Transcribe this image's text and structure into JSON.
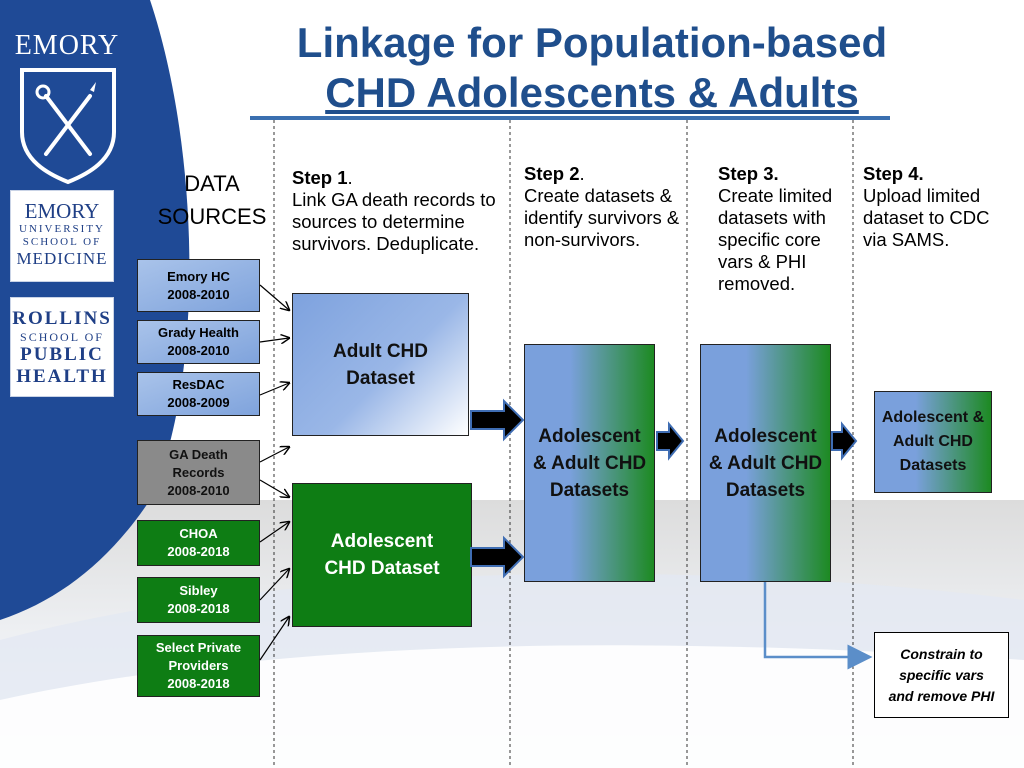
{
  "title": {
    "line1": "Linkage for Population-based",
    "line2": "CHD Adolescents & Adults"
  },
  "logos": {
    "emory": "EMORY",
    "school_of_medicine": [
      "EMORY",
      "UNIVERSITY",
      "SCHOOL OF",
      "MEDICINE"
    ],
    "rollins": [
      "ROLLINS",
      "SCHOOL OF",
      "PUBLIC",
      "HEALTH"
    ]
  },
  "data_sources": {
    "header_line1": "DATA",
    "header_line2": "SOURCES",
    "items": [
      {
        "name": "Emory HC",
        "years": "2008-2010",
        "kind": "adult"
      },
      {
        "name": "Grady Health",
        "years": "2008-2010",
        "kind": "adult"
      },
      {
        "name": "ResDAC",
        "years": "2008-2009",
        "kind": "adult"
      },
      {
        "name": "GA Death Records",
        "years": "2008-2010",
        "kind": "death"
      },
      {
        "name": "CHOA",
        "years": "2008-2018",
        "kind": "adolescent"
      },
      {
        "name": "Sibley",
        "years": "2008-2018",
        "kind": "adolescent"
      },
      {
        "name": "Select Private Providers",
        "years": "2008-2018",
        "kind": "adolescent"
      }
    ]
  },
  "steps": [
    {
      "label": "Step 1",
      "punct": ".",
      "text": "Link GA death records to sources to determine survivors. Deduplicate."
    },
    {
      "label": "Step 2",
      "punct": ".",
      "text": "Create datasets & identify survivors & non-survivors."
    },
    {
      "label": "Step 3.",
      "punct": "",
      "text": "Create limited datasets with specific core vars & PHI removed."
    },
    {
      "label": "Step 4.",
      "punct": "",
      "text": "Upload limited dataset to CDC via SAMS."
    }
  ],
  "datasets": {
    "adult": "Adult CHD Dataset",
    "adolescent": "Adolescent CHD Dataset",
    "combined_step2": "Adolescent & Adult CHD Datasets",
    "combined_step3": "Adolescent & Adult CHD Datasets",
    "combined_step4": "Adolescent & Adult CHD Datasets",
    "constrain_note": "Constrain to specific vars and remove PHI"
  },
  "colors": {
    "title_blue": "#1f4e8c",
    "sidebar_blue": "#1f4a96",
    "adult_blue": "#7fa3dc",
    "adolescent_green": "#0e7d14",
    "death_gray": "#8a8a8a"
  }
}
